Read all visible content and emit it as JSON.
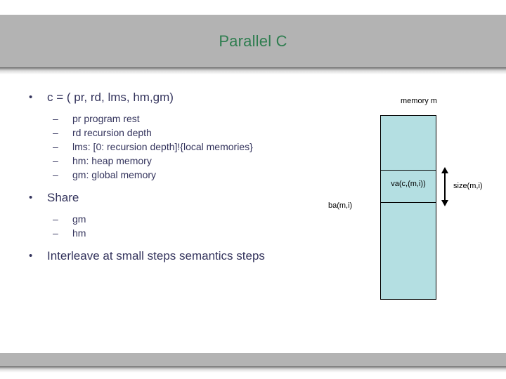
{
  "slide": {
    "title": "Parallel C"
  },
  "content": {
    "bullets": [
      {
        "level": 1,
        "marker": "•",
        "text": "c = ( pr, rd, lms, hm,gm)"
      },
      {
        "level": 2,
        "marker": "–",
        "text": "pr program rest"
      },
      {
        "level": 2,
        "marker": "–",
        "text": "rd recursion depth"
      },
      {
        "level": 2,
        "marker": "–",
        "text": "lms: [0: recursion depth]!{local memories}"
      },
      {
        "level": 2,
        "marker": "–",
        "text": "hm: heap memory"
      },
      {
        "level": 2,
        "marker": "–",
        "text": "gm: global memory"
      },
      {
        "level": 1,
        "marker": "•",
        "text": "Share"
      },
      {
        "level": 2,
        "marker": "–",
        "text": "gm"
      },
      {
        "level": 2,
        "marker": "–",
        "text": "hm"
      },
      {
        "level": 1,
        "marker": "•",
        "text": "Interleave at small steps semantics steps"
      }
    ]
  },
  "diagram": {
    "memory_label": "memory m",
    "va_label": "va(c,(m,i))",
    "ba_label": "ba(m,i)",
    "size_label": "size(m,i)"
  },
  "colors": {
    "band": "#b3b3b3",
    "title_text": "#2e7d4f",
    "body_text": "#33335c",
    "block_fill": "#b4dfe2",
    "block_stroke": "#000000",
    "background": "#ffffff"
  }
}
